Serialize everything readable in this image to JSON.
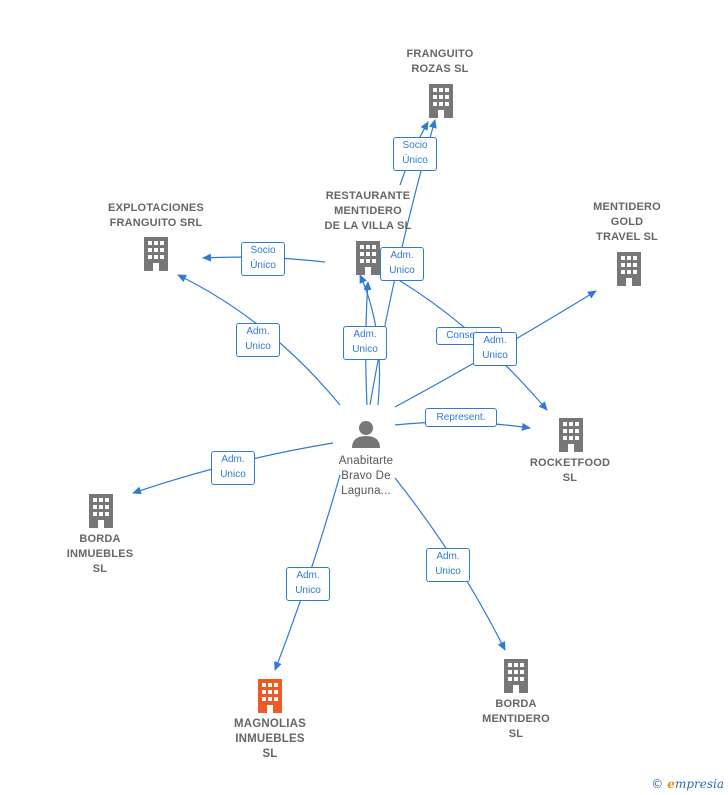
{
  "center": {
    "label": "Anabitarte\nBravo De\nLaguna...",
    "icon": "person-icon"
  },
  "companies": {
    "franguito_rozas": {
      "label": "FRANGUITO\nROZAS  SL",
      "icon": "building-icon"
    },
    "explotaciones": {
      "label": "EXPLOTACIONES\nFRANGUITO SRL",
      "icon": "building-icon"
    },
    "restaurante": {
      "label": "RESTAURANTE\nMENTIDERO\nDE LA VILLA SL",
      "icon": "building-icon"
    },
    "mentidero_gold": {
      "label": "MENTIDERO\nGOLD\nTRAVEL  SL",
      "icon": "building-icon"
    },
    "rocketfood": {
      "label": "ROCKETFOOD\nSL",
      "icon": "building-icon"
    },
    "borda_inmuebles": {
      "label": "BORDA\nINMUEBLES\nSL",
      "icon": "building-icon"
    },
    "magnolias": {
      "label": "MAGNOLIAS\nINMUEBLES\nSL",
      "icon": "building-icon"
    },
    "borda_mentidero": {
      "label": "BORDA\nMENTIDERO\nSL",
      "icon": "building-icon"
    }
  },
  "edges": {
    "socio_franguito": "Socio\nÚnico",
    "socio_explotaciones": "Socio\nÚnico",
    "adm_restaurante_a": "Adm.\nUnico",
    "adm_restaurante_b": "Adm.\nUnico",
    "adm_explotaciones": "Adm.\nUnico",
    "consejero": "Consejero",
    "adm_mentidero_gold": "Adm.\nUnico",
    "represent": "Represent.",
    "adm_borda_inmuebles": "Adm.\nUnico",
    "adm_magnolias": "Adm.\nUnico",
    "adm_borda_mentidero": "Adm.\nUnico"
  },
  "colors": {
    "edge": "#2f7bd4",
    "node": "#777777",
    "highlight": "#f05a22"
  },
  "brand": {
    "copyright": "©",
    "initial": "e",
    "name": "mpresia"
  }
}
